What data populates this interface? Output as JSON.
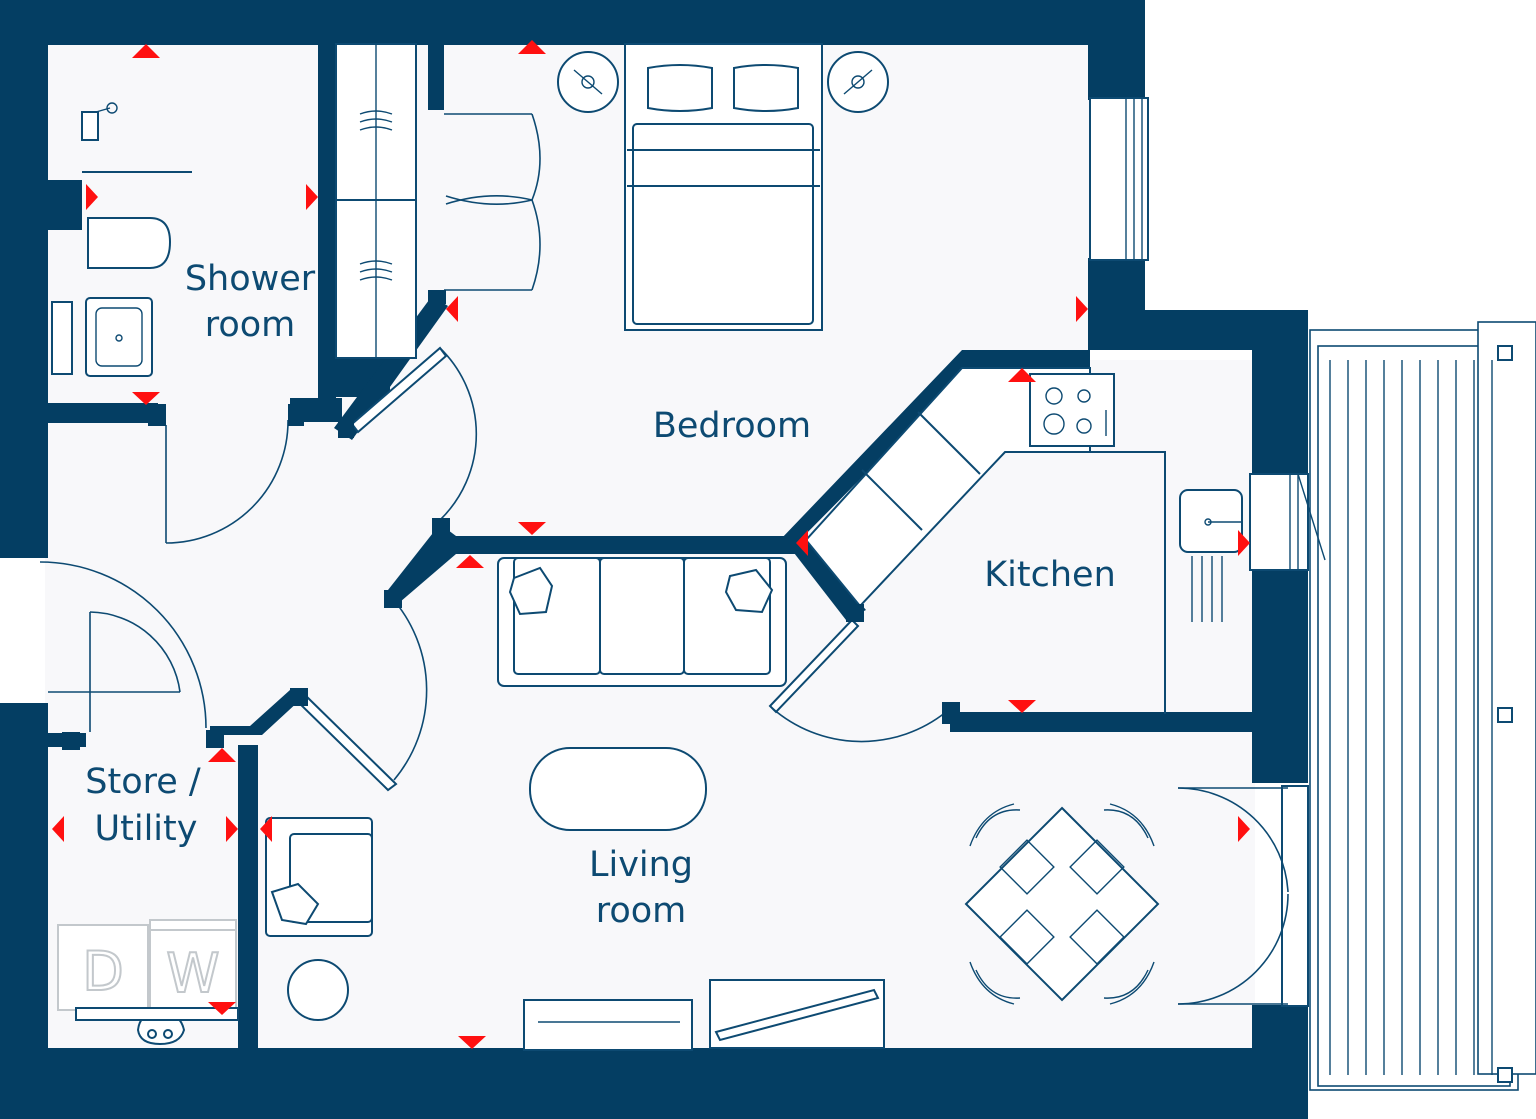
{
  "rooms": {
    "shower": [
      "Shower",
      "room"
    ],
    "bedroom": "Bedroom",
    "kitchen": "Kitchen",
    "store": [
      "Store /",
      "Utility"
    ],
    "living": [
      "Living",
      "room"
    ]
  },
  "appliances": {
    "dryer": "D",
    "washer": "W"
  },
  "colors": {
    "wall": "#043e63",
    "line": "#0d4a72",
    "marker": "#ff1010",
    "floor": "#f8f8fa"
  },
  "icons": [
    "red-triangle-marker-icon"
  ]
}
